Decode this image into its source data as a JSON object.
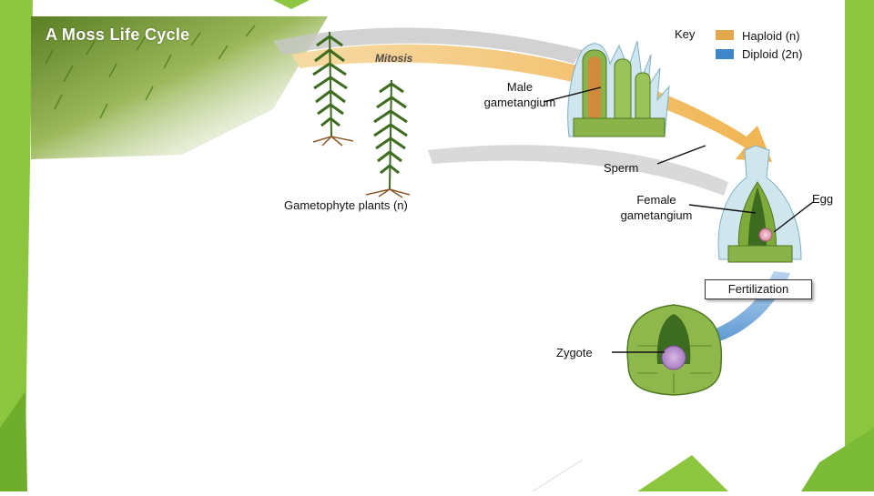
{
  "slide": {
    "title": "A Moss Life Cycle"
  },
  "diagram": {
    "arrow_label_mitosis": "Mitosis",
    "label_male_gametangium": [
      "Male",
      "gametangium"
    ],
    "label_sperm": "Sperm",
    "label_female_gametangium": [
      "Female",
      "gametangium"
    ],
    "label_egg": "Egg",
    "label_gametophyte": "Gametophyte plants (n)",
    "label_fertilization": "Fertilization",
    "label_zygote": "Zygote"
  },
  "key": {
    "title": "Key",
    "items": [
      {
        "label": "Haploid (n)",
        "color": "#e2a84c"
      },
      {
        "label": "Diploid (2n)",
        "color": "#3f86c8"
      }
    ]
  },
  "colors": {
    "haploid_arrow": "#f0b75a",
    "diploid_arrow": "#6aa2d8",
    "accent_green": "#8cc63f",
    "dark_green": "#3d6b1f"
  }
}
